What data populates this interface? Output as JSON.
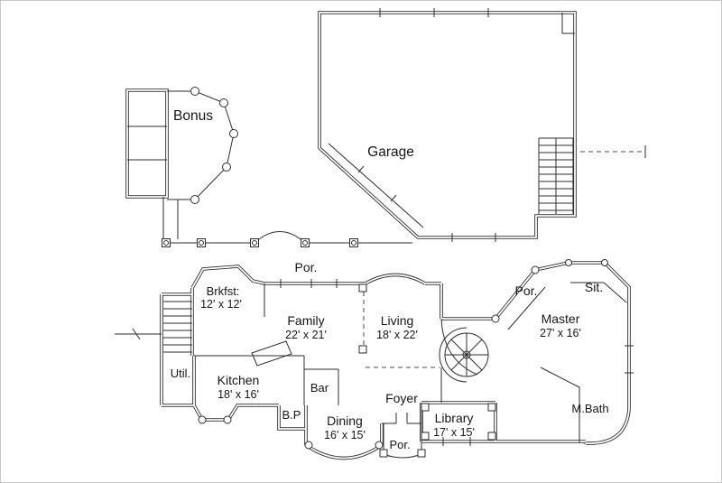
{
  "drawing": {
    "background": "#ffffff",
    "line_color": "#2e2e2e",
    "border_color": "#c9c9c9",
    "rooms": {
      "garage": {
        "label": "Garage"
      },
      "bonus": {
        "label": "Bonus"
      },
      "porch_top": {
        "label": "Por."
      },
      "breakfast": {
        "label": "Brkfst:",
        "dims": "12' x 12'"
      },
      "family": {
        "label": "Family",
        "dims": "22' x 21'"
      },
      "living": {
        "label": "Living",
        "dims": "18' x 22'"
      },
      "porch_master": {
        "label": "Por."
      },
      "sitting": {
        "label": "Sit."
      },
      "master": {
        "label": "Master",
        "dims": "27' x 16'"
      },
      "utility": {
        "label": "Util."
      },
      "kitchen": {
        "label": "Kitchen",
        "dims": "18' x 16'"
      },
      "bar": {
        "label": "Bar"
      },
      "foyer": {
        "label": "Foyer"
      },
      "powder_bath": {
        "label": "B.P"
      },
      "dining": {
        "label": "Dining",
        "dims": "16' x 15'"
      },
      "porch_front": {
        "label": "Por."
      },
      "library": {
        "label": "Library",
        "dims": "17' x 15'"
      },
      "master_bath": {
        "label": "M.Bath"
      }
    }
  }
}
